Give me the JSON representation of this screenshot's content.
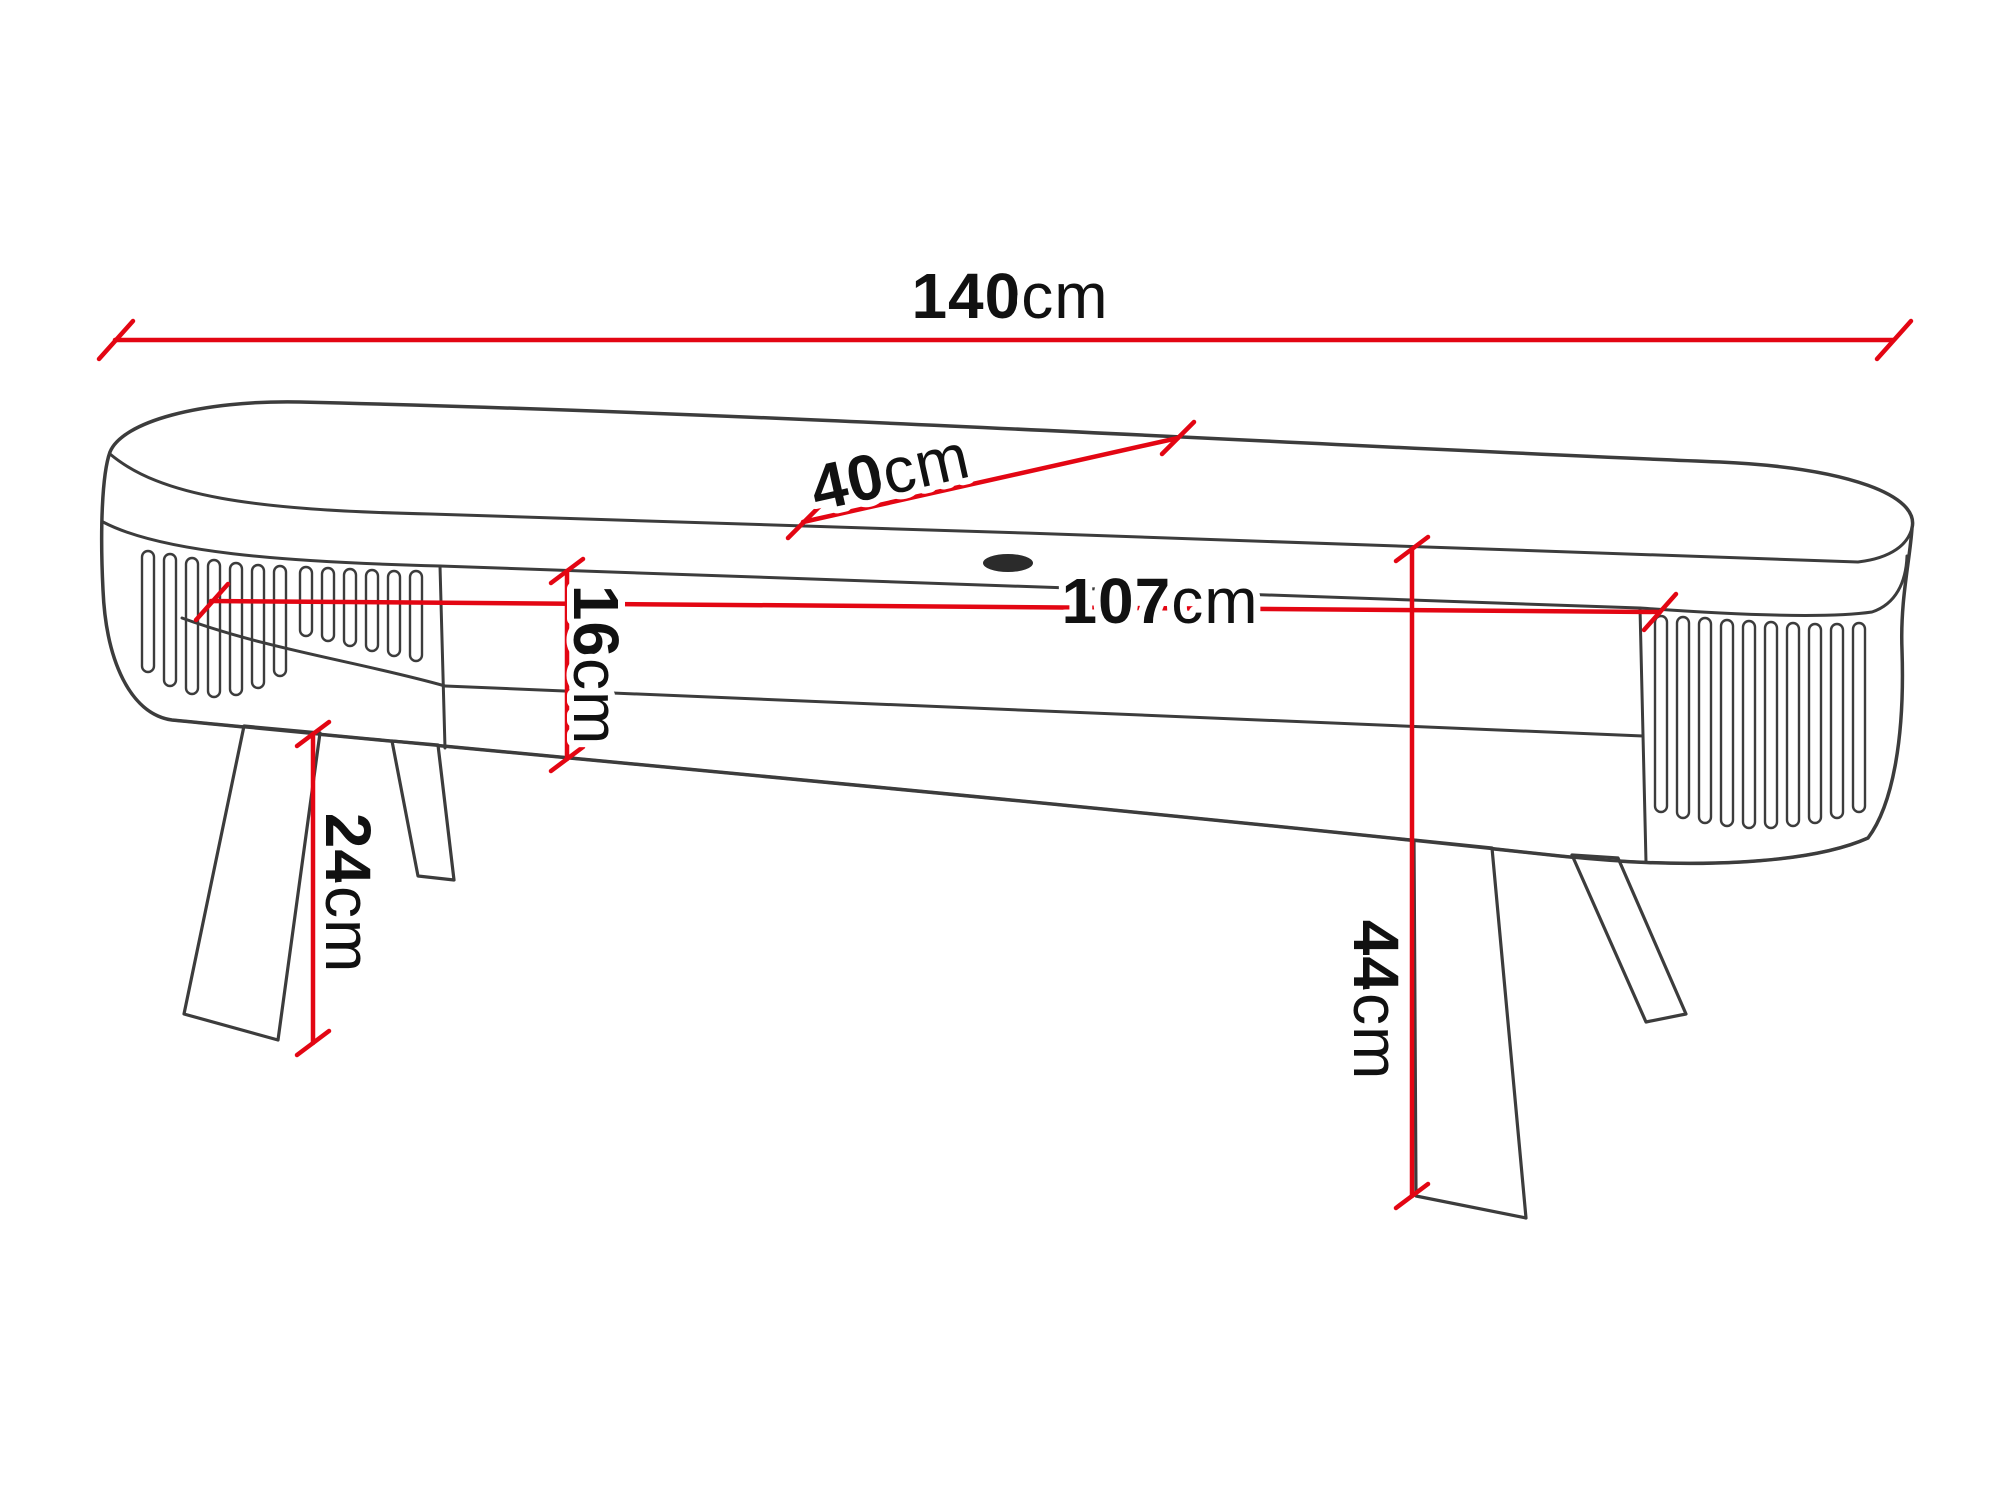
{
  "diagram": {
    "subject": "Furniture dimension drawing — oval media bench with slatted round ends and splayed legs",
    "background": "#ffffff",
    "outline_color": "#3c3c3c",
    "dimension_color": "#e30613",
    "label_color": "#111111",
    "dimensions": {
      "width": {
        "value": "140",
        "unit": "cm"
      },
      "depth": {
        "value": "40",
        "unit": "cm"
      },
      "inner_width": {
        "value": "107",
        "unit": "cm"
      },
      "opening_height": {
        "value": "16",
        "unit": "cm"
      },
      "leg_height": {
        "value": "24",
        "unit": "cm"
      },
      "total_height": {
        "value": "44",
        "unit": "cm"
      }
    }
  }
}
